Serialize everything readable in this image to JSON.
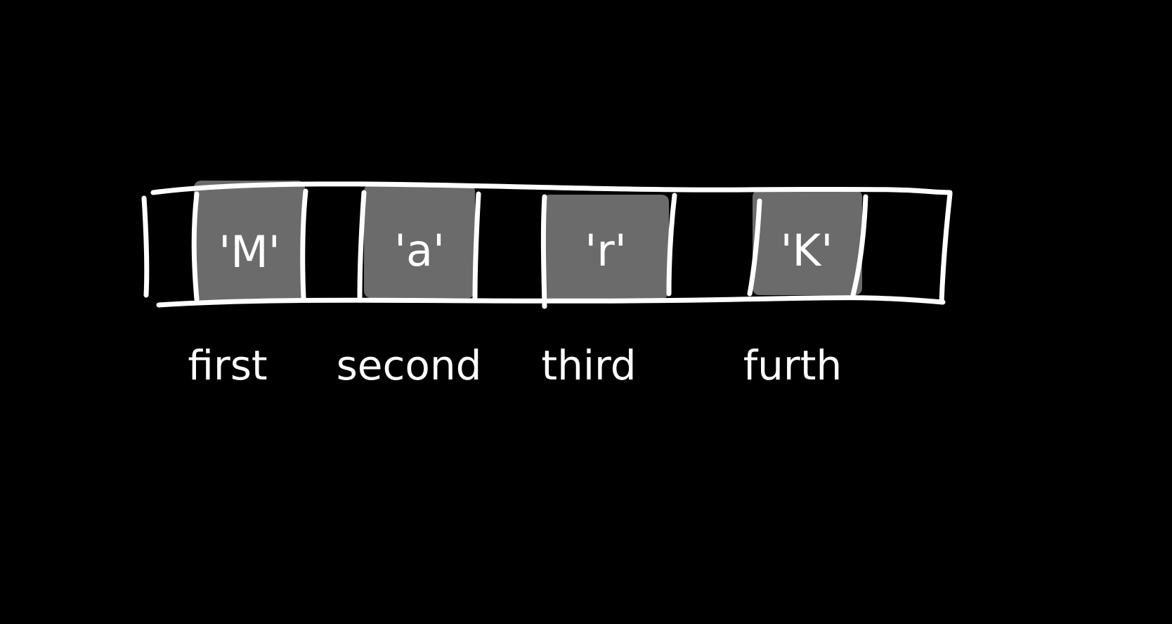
{
  "colors": {
    "background": "#000000",
    "stroke": "#ffffff",
    "cell_fill": "#6b6b6b",
    "text": "#ffffff"
  },
  "cells": [
    {
      "char": "'M'",
      "label": "first"
    },
    {
      "char": "'a'",
      "label": "second"
    },
    {
      "char": "'r'",
      "label": "third"
    },
    {
      "char": "'K'",
      "label": "furth"
    }
  ]
}
